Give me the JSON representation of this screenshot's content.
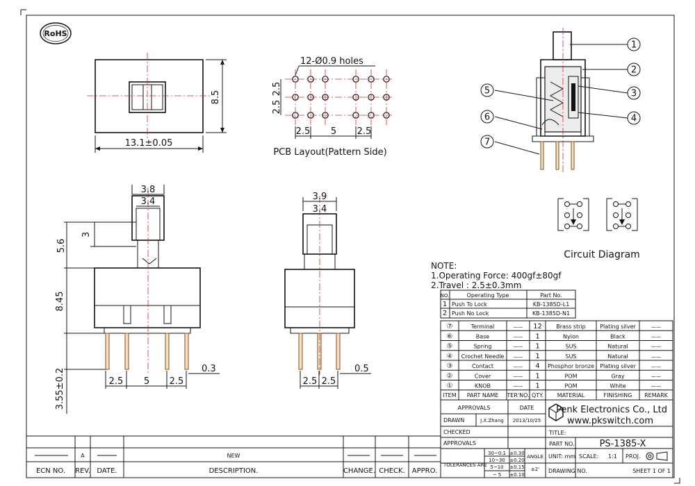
{
  "rohs": "RoHS",
  "dims": {
    "width": "13.1±0.05",
    "height": "8.5",
    "holes": "12-Ø0.9 holes",
    "pcb_v1": "2.5",
    "pcb_v2": "2.5",
    "pcb_h1": "2.5",
    "pcb_h2": "5",
    "pcb_h3": "2.5",
    "pcb_caption": "PCB Layout(Pattern Side)",
    "front_top1": "3.8",
    "front_top2": "3.4",
    "front_knob": "3",
    "front_h1": "5.6",
    "front_h2": "8.45",
    "front_h3": "3.55±0.2",
    "front_pin": "0.3",
    "front_p1": "2.5",
    "front_p2": "5",
    "front_p3": "2.5",
    "side_top1": "3.9",
    "side_top2": "3.4",
    "side_pin": "0.5",
    "side_p1": "2.5",
    "side_p2": "2.5"
  },
  "balloons": [
    "1",
    "2",
    "3",
    "4",
    "5",
    "6",
    "7"
  ],
  "circuit_caption": "Circuit Diagram",
  "notes": {
    "title": "NOTE:",
    "line1": "1.Operating Force: 400gf±80gf",
    "line2": "2.Travel : 2.5±0.3mm"
  },
  "types_table": {
    "headers": [
      "NO.",
      "Operating Type",
      "Part No."
    ],
    "rows": [
      [
        "1",
        "Push To Lock",
        "KB-1385D-L1"
      ],
      [
        "2",
        "Push No Lock",
        "KB-1385D-N1"
      ]
    ]
  },
  "parts_table": {
    "headers": [
      "ITEM",
      "PART NAME",
      "TER'NO.",
      "QTY.",
      "MATERIAL",
      "FINISHING",
      "REMARK"
    ],
    "rows": [
      [
        "⑦",
        "Terminal",
        "——",
        "12",
        "Brass strip",
        "Plating silver",
        "——"
      ],
      [
        "⑥",
        "Base",
        "——",
        "1",
        "Nylon",
        "Black",
        "——"
      ],
      [
        "⑤",
        "Spring",
        "——",
        "1",
        "SUS",
        "Natural",
        "——"
      ],
      [
        "④",
        "Crochet Needle",
        "——",
        "1",
        "SUS",
        "Natural",
        "——"
      ],
      [
        "③",
        "Contact",
        "——",
        "4",
        "Phosphor bronze",
        "Plating silver",
        "——"
      ],
      [
        "②",
        "Cover",
        "——",
        "1",
        "POM",
        "Gray",
        "——"
      ],
      [
        "①",
        "KNOB",
        "——",
        "1",
        "POM",
        "White",
        "——"
      ]
    ]
  },
  "title_block": {
    "approvals": "APPROVALS",
    "date": "DATE",
    "drawn": "DRAWN",
    "drawn_by": "J.X.Zhang",
    "drawn_date": "2013/10/25",
    "checked": "CHECKED",
    "approvals2": "APPROVALS",
    "company": "Penk Electronics Co., Ltd",
    "website": "www.pkswitch.com",
    "title": "TITLE:",
    "part_no_label": "PART NO.",
    "part_no": "PS-1385-X",
    "tolerances": "TOLERANCES ARE",
    "tol_r1a": "30~0.1",
    "tol_r1b": "±0.30",
    "tol_r2a": "10~30",
    "tol_r2b": "±0.20",
    "tol_r3a": "5~10",
    "tol_r3b": "±0.15",
    "tol_r4a": "~ 5",
    "tol_r4b": "±0.10",
    "angle": "ANGLE",
    "angle_val": "±2'",
    "unit": "UNIT: mm",
    "scale": "SCALE:",
    "scale_val": "1:1",
    "proj": "PROJ.",
    "drawing_no": "DRAWING NO.",
    "sheet": "SHEET 1 OF 1"
  },
  "revision": {
    "rev": "A",
    "desc": "NEW",
    "headers": [
      "ECN NO.",
      "REV.",
      "DATE.",
      "DESCRIPTION.",
      "CHANGE.",
      "CHECK.",
      "APPRO."
    ]
  }
}
